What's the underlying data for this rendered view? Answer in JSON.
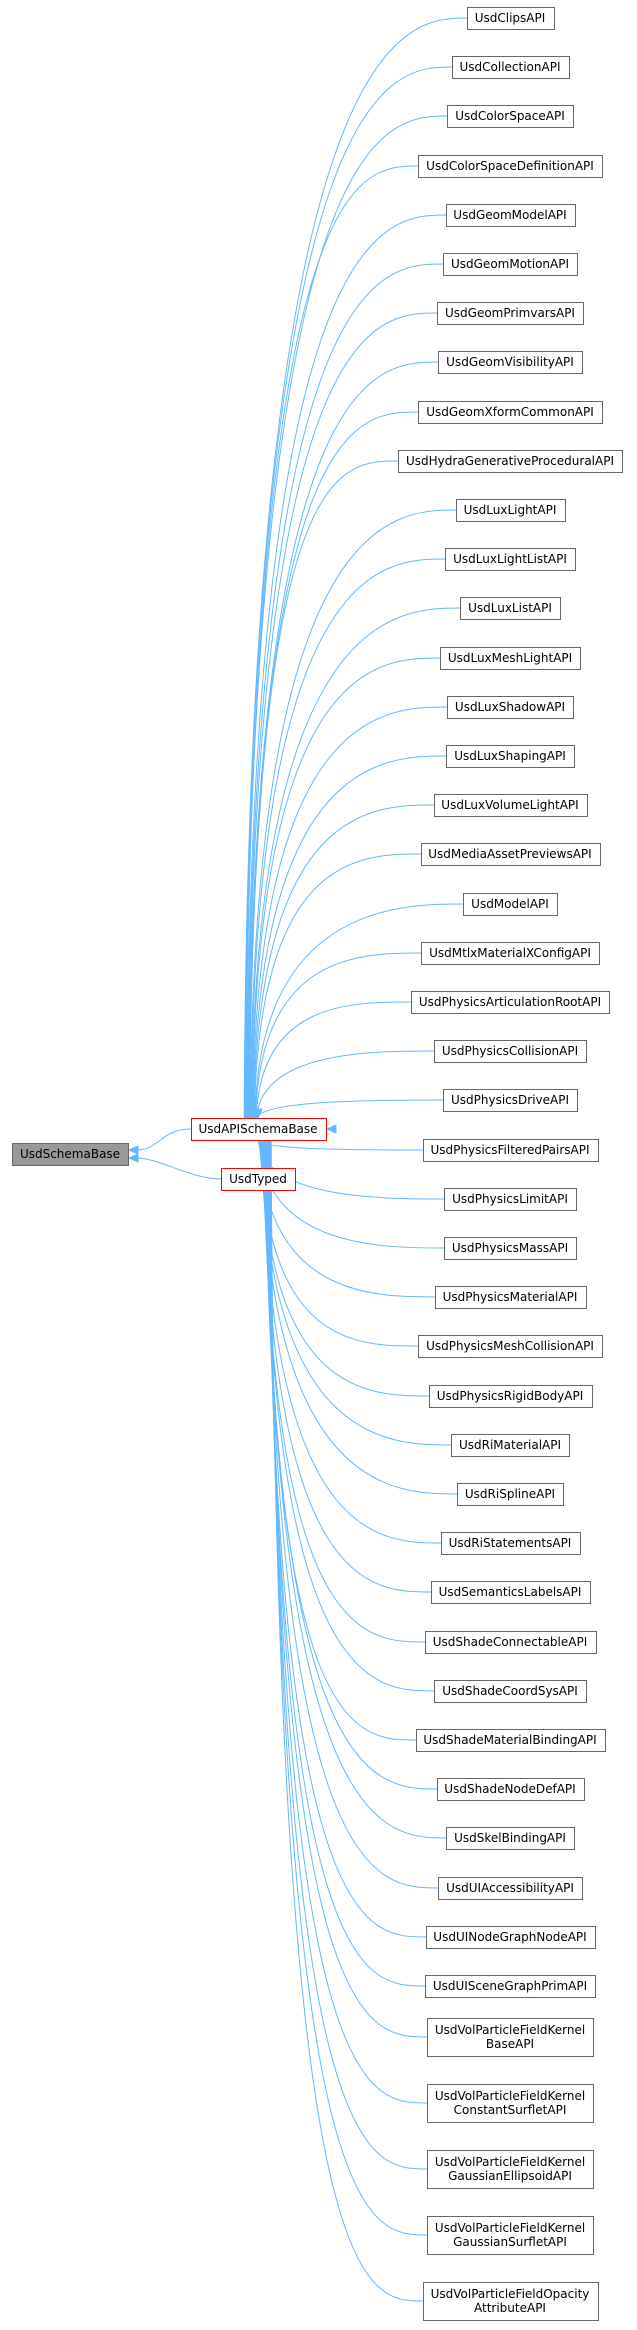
{
  "diagram": {
    "root": "UsdSchemaBase",
    "middle": [
      "UsdAPISchemaBase",
      "UsdTyped"
    ],
    "children": [
      [
        "UsdClipsAPI"
      ],
      [
        "UsdCollectionAPI"
      ],
      [
        "UsdColorSpaceAPI"
      ],
      [
        "UsdColorSpaceDefinitionAPI"
      ],
      [
        "UsdGeomModelAPI"
      ],
      [
        "UsdGeomMotionAPI"
      ],
      [
        "UsdGeomPrimvarsAPI"
      ],
      [
        "UsdGeomVisibilityAPI"
      ],
      [
        "UsdGeomXformCommonAPI"
      ],
      [
        "UsdHydraGenerativeProceduralAPI"
      ],
      [
        "UsdLuxLightAPI"
      ],
      [
        "UsdLuxLightListAPI"
      ],
      [
        "UsdLuxListAPI"
      ],
      [
        "UsdLuxMeshLightAPI"
      ],
      [
        "UsdLuxShadowAPI"
      ],
      [
        "UsdLuxShapingAPI"
      ],
      [
        "UsdLuxVolumeLightAPI"
      ],
      [
        "UsdMediaAssetPreviewsAPI"
      ],
      [
        "UsdModelAPI"
      ],
      [
        "UsdMtlxMaterialXConfigAPI"
      ],
      [
        "UsdPhysicsArticulationRootAPI"
      ],
      [
        "UsdPhysicsCollisionAPI"
      ],
      [
        "UsdPhysicsDriveAPI"
      ],
      [
        "UsdPhysicsFilteredPairsAPI"
      ],
      [
        "UsdPhysicsLimitAPI"
      ],
      [
        "UsdPhysicsMassAPI"
      ],
      [
        "UsdPhysicsMaterialAPI"
      ],
      [
        "UsdPhysicsMeshCollisionAPI"
      ],
      [
        "UsdPhysicsRigidBodyAPI"
      ],
      [
        "UsdRiMaterialAPI"
      ],
      [
        "UsdRiSplineAPI"
      ],
      [
        "UsdRiStatementsAPI"
      ],
      [
        "UsdSemanticsLabelsAPI"
      ],
      [
        "UsdShadeConnectableAPI"
      ],
      [
        "UsdShadeCoordSysAPI"
      ],
      [
        "UsdShadeMaterialBindingAPI"
      ],
      [
        "UsdShadeNodeDefAPI"
      ],
      [
        "UsdSkelBindingAPI"
      ],
      [
        "UsdUIAccessibilityAPI"
      ],
      [
        "UsdUINodeGraphNodeAPI"
      ],
      [
        "UsdUISceneGraphPrimAPI"
      ],
      [
        "UsdVolParticleFieldKernel",
        "BaseAPI"
      ],
      [
        "UsdVolParticleFieldKernel",
        "ConstantSurfletAPI"
      ],
      [
        "UsdVolParticleFieldKernel",
        "GaussianEllipsoidAPI"
      ],
      [
        "UsdVolParticleFieldKernel",
        "GaussianSurfletAPI"
      ],
      [
        "UsdVolParticleFieldOpacity",
        "AttributeAPI"
      ]
    ]
  }
}
